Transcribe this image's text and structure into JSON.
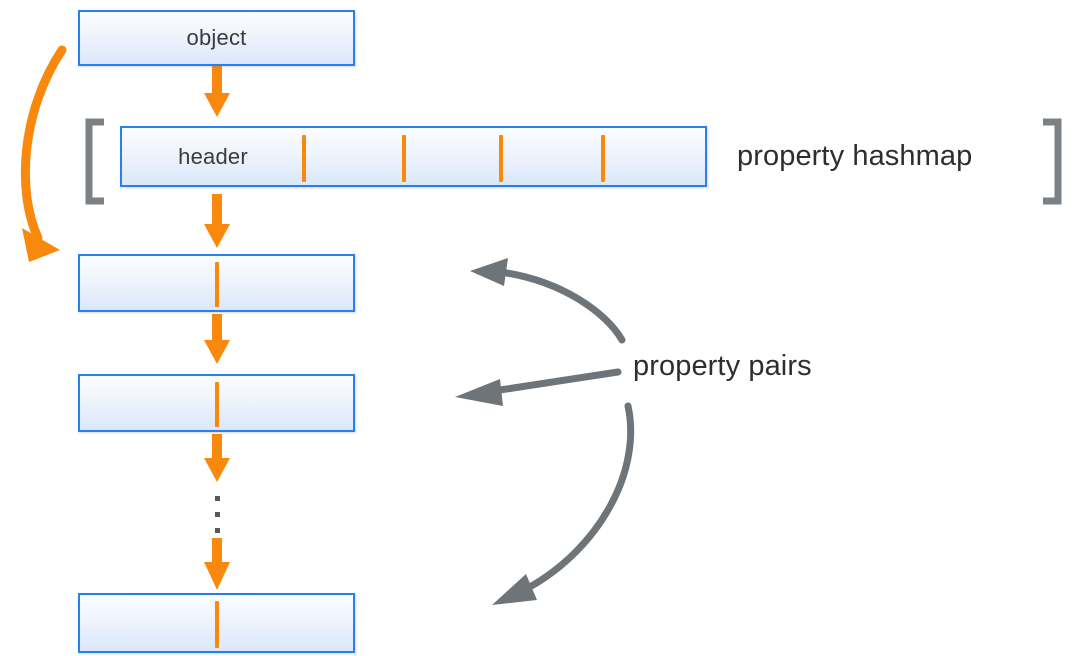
{
  "diagram": {
    "title": "object property hashmap layout",
    "background_color": "#ffffff",
    "colors": {
      "box_border": "#2a7fef",
      "box_fill_top": "#fbfcfe",
      "box_fill_bottom": "#dbe8fa",
      "orange_arrow": "#f8890c",
      "gray_arrow": "#6e7478",
      "bracket_gray": "#7b8085",
      "text": "#2e2e2e"
    }
  },
  "boxes": {
    "object": {
      "label": "object"
    },
    "hashmap": {
      "label": "header",
      "cell_count": 5
    },
    "pair_1": {
      "label": ""
    },
    "pair_2": {
      "label": ""
    },
    "pair_last": {
      "label": ""
    }
  },
  "captions": {
    "property_hashmap": "property hashmap",
    "property_pairs": "property pairs"
  },
  "brackets": {
    "left": "[",
    "right": "]"
  },
  "arrows": {
    "object_to_header": "down-arrow",
    "object_to_first_pair": "curved-down-left-arrow",
    "header_to_pair1": "down-arrow",
    "pair1_to_pair2": "down-arrow",
    "pair2_to_ellipsis": "down-arrow",
    "ellipsis_to_last": "down-arrow",
    "pairs_pointer_top": "curved-left-arrow",
    "pairs_pointer_middle": "straight-left-arrow",
    "pairs_pointer_bottom": "curved-down-left-arrow"
  },
  "ellipsis": {
    "dots": 3
  }
}
